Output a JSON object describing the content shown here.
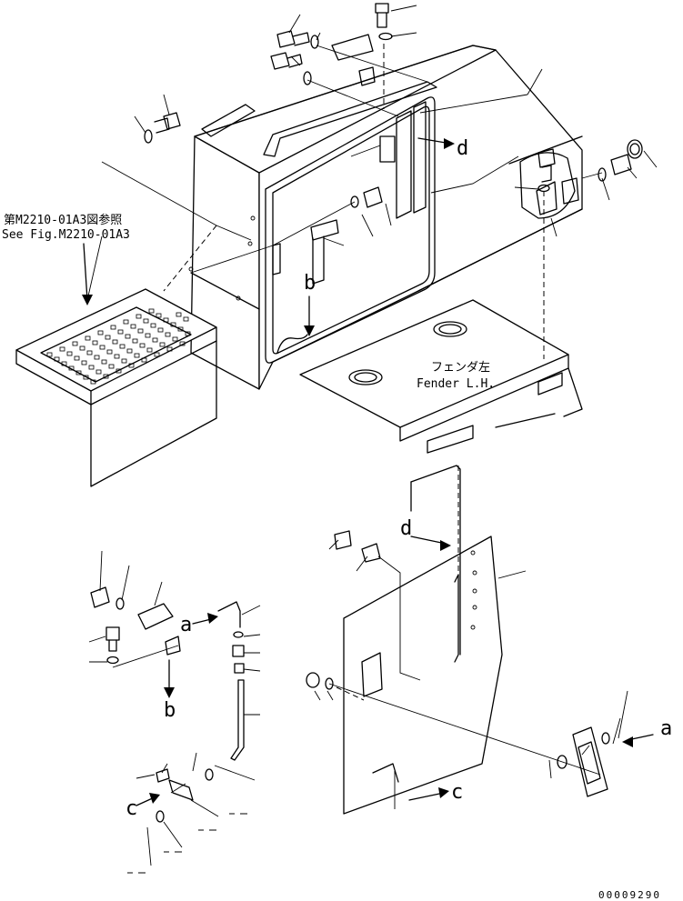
{
  "references": {
    "see_fig_jp": "第M2210-01A3図参照",
    "see_fig_en": "See Fig.M2210-01A3",
    "fender_jp": "フェンダ左",
    "fender_en": "Fender L.H."
  },
  "markers": {
    "a_top": "a",
    "a_right": "a",
    "b_top": "b",
    "b_bottom": "b",
    "c_left": "c",
    "c_bottom": "c",
    "d_top": "d",
    "d_middle": "d"
  },
  "drawing_code": "00009290"
}
